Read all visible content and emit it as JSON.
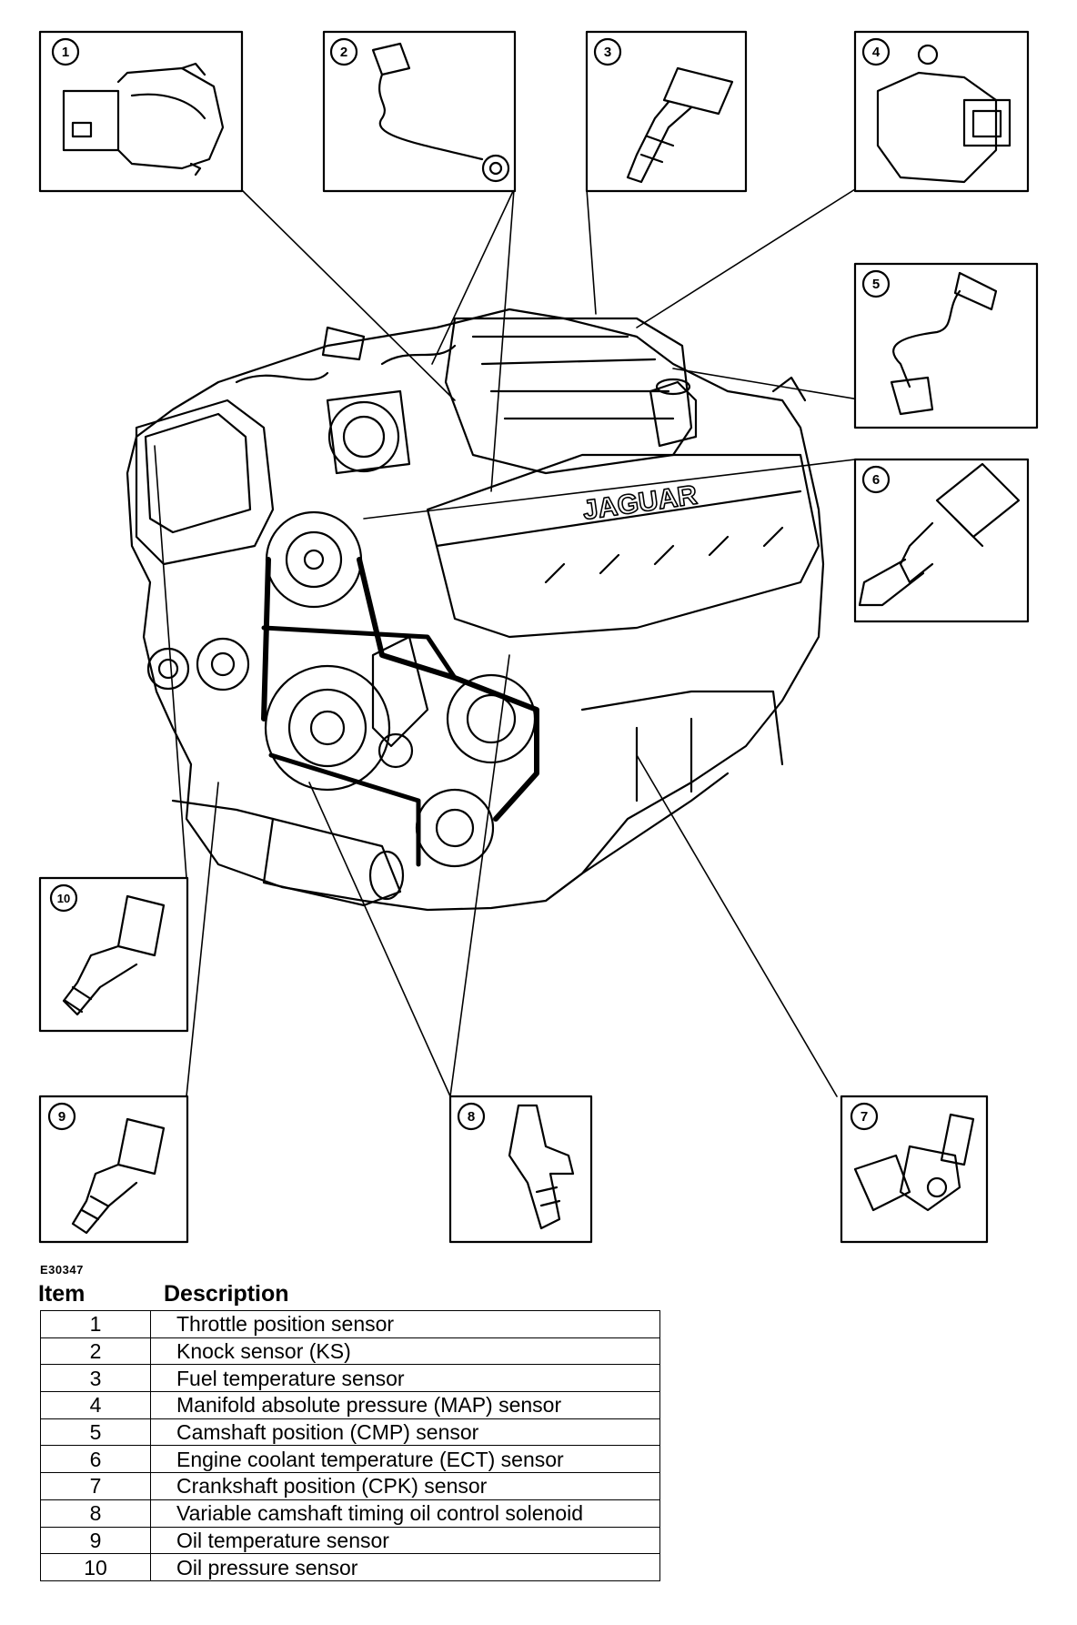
{
  "figure_id": "E30347",
  "engine_badge": "JAGUAR",
  "callouts": [
    "1",
    "2",
    "3",
    "4",
    "5",
    "6",
    "7",
    "8",
    "9",
    "10"
  ],
  "table": {
    "header_item": "Item",
    "header_description": "Description",
    "rows": [
      {
        "item": "1",
        "description": "Throttle position sensor"
      },
      {
        "item": "2",
        "description": "Knock sensor (KS)"
      },
      {
        "item": "3",
        "description": "Fuel temperature sensor"
      },
      {
        "item": "4",
        "description": "Manifold absolute pressure (MAP) sensor"
      },
      {
        "item": "5",
        "description": "Camshaft position (CMP) sensor"
      },
      {
        "item": "6",
        "description": "Engine coolant temperature (ECT) sensor"
      },
      {
        "item": "7",
        "description": "Crankshaft position (CPK) sensor"
      },
      {
        "item": "8",
        "description": "Variable camshaft timing oil control solenoid"
      },
      {
        "item": "9",
        "description": "Oil temperature sensor"
      },
      {
        "item": "10",
        "description": "Oil pressure sensor"
      }
    ]
  }
}
